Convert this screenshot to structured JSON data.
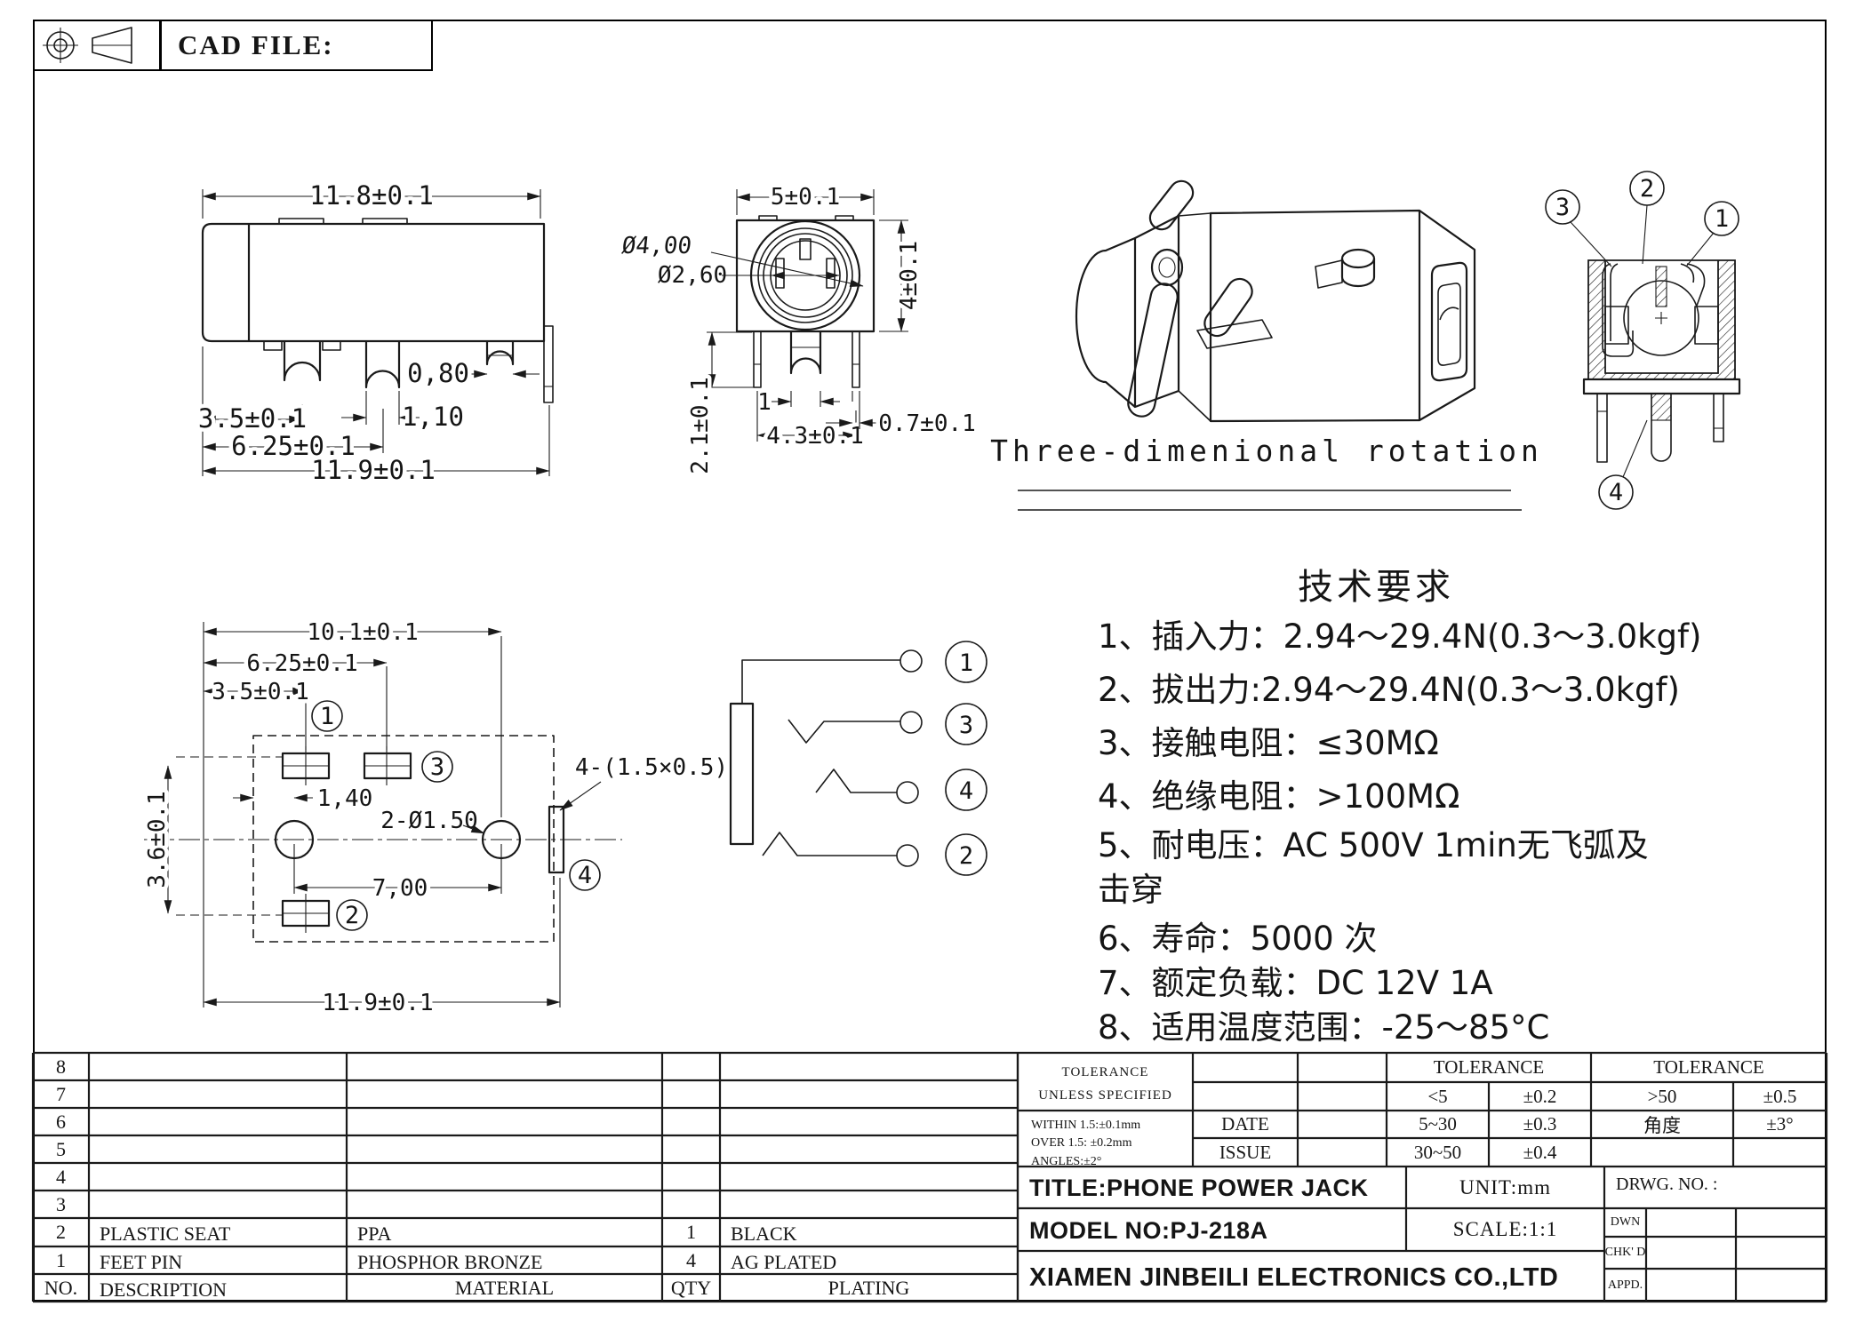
{
  "sheet": {
    "cad_file_label": "CAD FILE:"
  },
  "views": {
    "side": {
      "dims": {
        "w_top": "11.8±0.1",
        "tab_w": "0,80",
        "pin1": "3.5±0.1",
        "pin_w": "1,10",
        "pin2": "6.25±0.1",
        "w_bot": "11.9±0.1"
      }
    },
    "front": {
      "dims": {
        "w": "5±0.1",
        "d_outer": "Ø4,00",
        "d_inner": "Ø2,60",
        "h": "4±0.1",
        "pin_len": "2.1±0.1",
        "cpin_w": "1",
        "span": "4.3±0.1",
        "spin_w": "0.7±0.1"
      }
    },
    "iso": {
      "caption": "Three-dimenional rotation"
    },
    "section": {
      "callouts": {
        "c1": "1",
        "c2": "2",
        "c3": "3",
        "c4": "4"
      }
    },
    "bottom": {
      "dims": {
        "d1": "10.1±0.1",
        "d2": "6.25±0.1",
        "d3": "3.5±0.1",
        "d4": "1,40",
        "d5": "2-Ø1.50",
        "d6": "7,00",
        "d7": "3.6±0.1",
        "d8": "11.9±0.1",
        "slot": "4-(1.5×0.5)"
      },
      "callouts": {
        "c1": "1",
        "c2": "2",
        "c3": "3",
        "c4": "4"
      }
    },
    "schematic": {
      "callouts": {
        "t1": "1",
        "t2": "3",
        "t3": "4",
        "t4": "2"
      }
    }
  },
  "notes": {
    "title": "技术要求",
    "items": [
      "1、插入力：2.94～29.4N(0.3～3.0kgf)",
      "2、拔出力:2.94～29.4N(0.3～3.0kgf)",
      "3、接触电阻：≤30MΩ",
      "4、绝缘电阻：>100MΩ",
      "5、耐电压：AC  500V  1min无飞弧及",
      "击穿",
      "6、寿命：5000  次",
      "7、额定负载：DC  12V  1A",
      "8、适用温度范围：-25～85°C"
    ]
  },
  "parts_table": {
    "header": {
      "no": "NO.",
      "desc": "DESCRIPTION",
      "mat": "MATERIAL",
      "qty": "QTY",
      "plating": "PLATING"
    },
    "rows": [
      {
        "no": "8",
        "desc": "",
        "mat": "",
        "qty": "",
        "plating": ""
      },
      {
        "no": "7",
        "desc": "",
        "mat": "",
        "qty": "",
        "plating": ""
      },
      {
        "no": "6",
        "desc": "",
        "mat": "",
        "qty": "",
        "plating": ""
      },
      {
        "no": "5",
        "desc": "",
        "mat": "",
        "qty": "",
        "plating": ""
      },
      {
        "no": "4",
        "desc": "",
        "mat": "",
        "qty": "",
        "plating": ""
      },
      {
        "no": "3",
        "desc": "",
        "mat": "",
        "qty": "",
        "plating": ""
      },
      {
        "no": "2",
        "desc": "PLASTIC SEAT",
        "mat": "PPA",
        "qty": "1",
        "plating": "BLACK"
      },
      {
        "no": "1",
        "desc": "FEET PIN",
        "mat": "PHOSPHOR BRONZE",
        "qty": "4",
        "plating": "AG PLATED"
      }
    ]
  },
  "tolerance": {
    "unless": {
      "l1": "TOLERANCE",
      "l2": "UNLESS SPECIFIED"
    },
    "within": {
      "l1": "WITHIN 1.5:±0.1mm",
      "l2": "OVER 1.5: ±0.2mm",
      "l3": "ANGLES:±2°"
    },
    "date_label": "DATE",
    "issue_label": "ISSUE",
    "std": {
      "header": "TOLERANCE",
      "rows": [
        [
          "<5",
          "±0.2"
        ],
        [
          "5~30",
          "±0.3"
        ],
        [
          "30~50",
          "±0.4"
        ]
      ]
    },
    "wide": {
      "header": "TOLERANCE",
      "rows": [
        [
          ">50",
          "±0.5"
        ],
        [
          "角度",
          "±3°"
        ]
      ]
    }
  },
  "title_block": {
    "title": "TITLE:PHONE POWER JACK",
    "unit": "UNIT:mm",
    "drwg": "DRWG. NO. :",
    "model": "MODEL NO:PJ-218A",
    "scale": "SCALE:1:1",
    "company": "XIAMEN JINBEILI ELECTRONICS CO.,LTD",
    "sign": {
      "dwn": "DWN",
      "chk": "CHK' D",
      "appd": "APPD."
    }
  }
}
